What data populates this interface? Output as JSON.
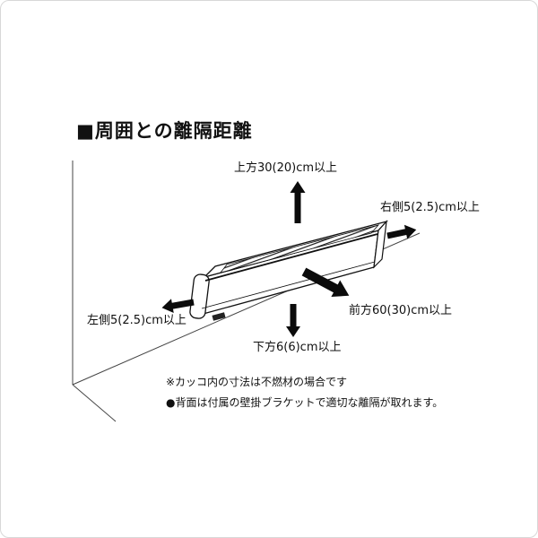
{
  "page": {
    "title": "■周囲との離隔距離"
  },
  "diagram": {
    "labels": {
      "top": "上方30(20)cm以上",
      "right": "右側5(2.5)cm以上",
      "left": "左側5(2.5)cm以上",
      "front": "前方60(30)cm以上",
      "bottom": "下方6(6)cm以上"
    },
    "notes": [
      "※カッコ内の寸法は不燃材の場合です",
      "●背面は付属の壁掛ブラケットで適切な離隔が取れます。"
    ],
    "colors": {
      "ink": "#111111",
      "line": "#444444",
      "border": "#d8d8d8"
    }
  }
}
